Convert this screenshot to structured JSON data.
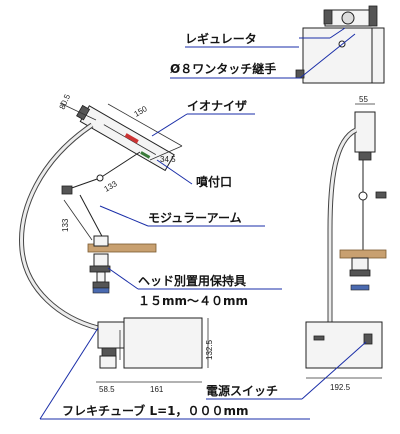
{
  "labels": {
    "regulator": "レギュレータ",
    "fitting": "Ø８ワンタッチ継手",
    "ionizer": "イオナイザ",
    "nozzle": "噴付口",
    "modular_arm": "モジュラーアーム",
    "head_holder": "ヘッド別置用保持具",
    "holder_range": "１５mm～４０mm",
    "power_switch": "電源スイッチ",
    "flexi_tube": "フレキチューブ L=1，０００mm"
  },
  "dimensions": {
    "d80_5": "80.5",
    "d150": "150",
    "d34_5": "34.5",
    "d133a": "133",
    "d133b": "133",
    "d132_5": "132.5",
    "d58_5": "58.5",
    "d161": "161",
    "d55": "55",
    "d192_5": "192.5"
  },
  "colors": {
    "leader": "#1a2ea8",
    "line": "#222222",
    "wood": "#c8a070"
  }
}
